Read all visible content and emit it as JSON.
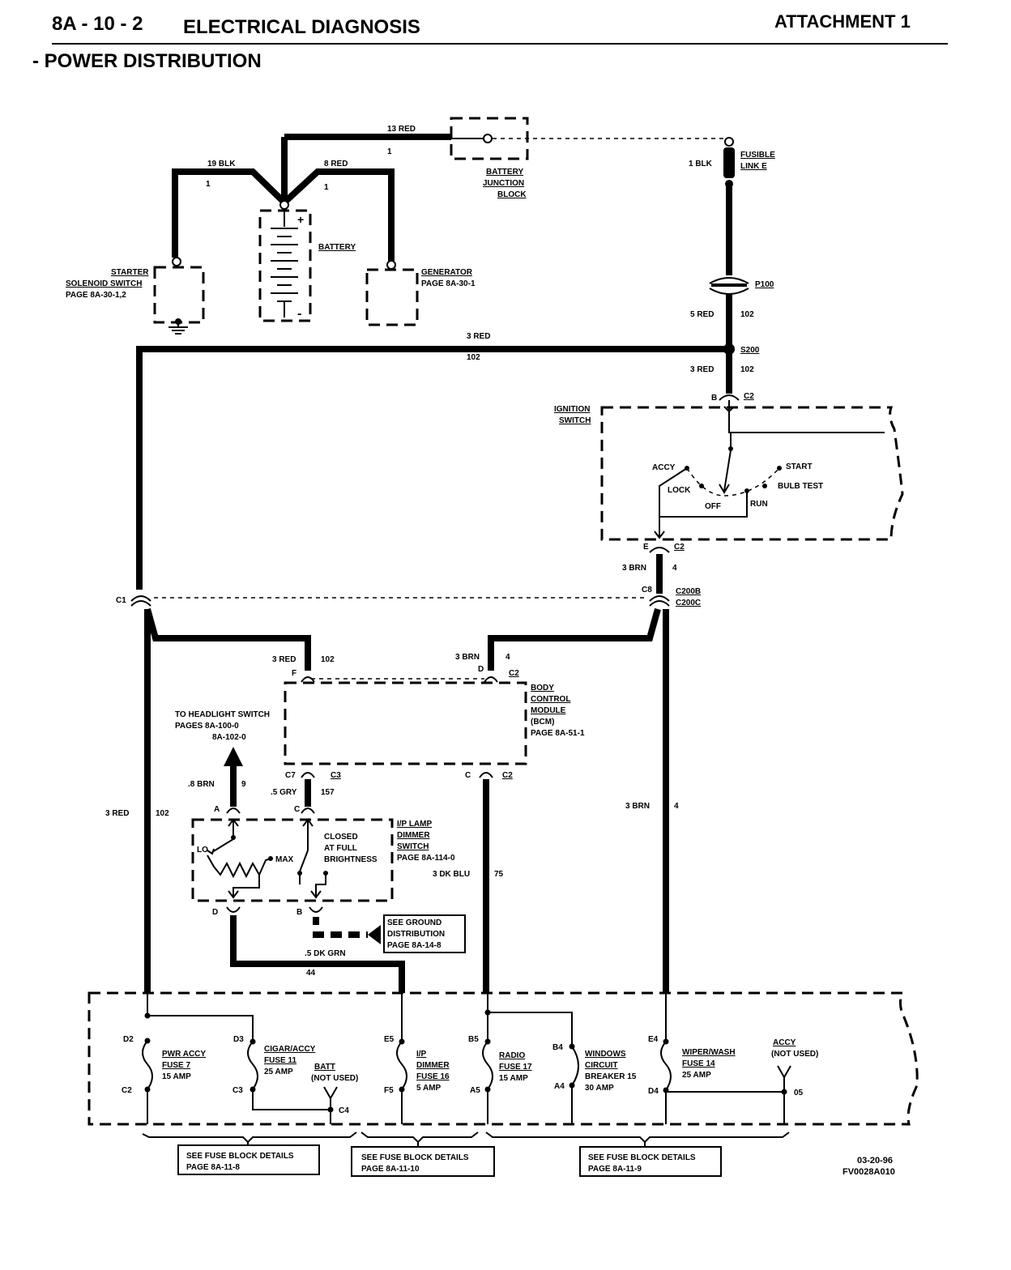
{
  "header": {
    "page": "8A - 10 - 2",
    "section": "ELECTRICAL DIAGNOSIS",
    "attachment": "ATTACHMENT 1",
    "subtitle": "- POWER DISTRIBUTION"
  },
  "wires": {
    "w13": "13 RED",
    "w19": "19 BLK",
    "w8": "8 RED",
    "one_a": "1",
    "one_b": "1",
    "one_c": "1",
    "w1blk": "1  BLK",
    "w5red": "5  RED",
    "c102a": "102",
    "w3red_top": "3  RED",
    "c102_top": "102",
    "w3red_b": "3  RED",
    "c102b": "102",
    "w3brn_a": "3  BRN",
    "c4a": "4",
    "w3red_bcm": "3  RED",
    "c102_bcm": "102",
    "w3brn_bcm": "3  BRN",
    "c4_bcm": "4",
    "w8brn": ".8  BRN",
    "c9": "9",
    "w5gry": ".5  GRY",
    "c157": "157",
    "w3red_left": "3  RED",
    "c102_left": "102",
    "w3dkblu": "3  DK BLU",
    "c75": "75",
    "w3brn_right": "3  BRN",
    "c4_right": "4",
    "w5dkgrn": ".5  DK GRN",
    "c44": "44"
  },
  "components": {
    "bjb": [
      "BATTERY",
      "JUNCTION",
      "BLOCK"
    ],
    "fusible": [
      "FUSIBLE",
      "LINK E"
    ],
    "battery": "BATTERY",
    "starter": [
      "STARTER",
      "SOLENOID SWITCH",
      "PAGE 8A-30-1,2"
    ],
    "generator": [
      "GENERATOR",
      "PAGE 8A-30-1"
    ],
    "p100": "P100",
    "s200": "S200",
    "ignition": [
      "IGNITION",
      "SWITCH"
    ],
    "bcm": [
      "BODY",
      "CONTROL",
      "MODULE",
      "(BCM)",
      "PAGE 8A-51-1"
    ],
    "headlight": [
      "TO HEADLIGHT SWITCH",
      "PAGES 8A-100-0",
      "8A-102-0"
    ],
    "dimmer": [
      "I/P LAMP",
      "DIMMER",
      "SWITCH",
      "PAGE 8A-114-0"
    ],
    "closed_note": [
      "CLOSED",
      "AT FULL",
      "BRIGHTNESS"
    ],
    "ground": [
      "SEE GROUND",
      "DISTRIBUTION",
      "PAGE 8A-14-8"
    ],
    "lo": "LO",
    "max": "MAX"
  },
  "ignition_positions": {
    "accy": "ACCY",
    "lock": "LOCK",
    "off": "OFF",
    "run": "RUN",
    "start": "START",
    "bulb": "BULB TEST"
  },
  "connectors": {
    "b": "B",
    "c2_top": "C2",
    "e": "E",
    "c2_ign": "C2",
    "c1": "C1",
    "c8": "C8",
    "c200b": "C200B",
    "c200c": "C200C",
    "f": "F",
    "d_bcm": "D",
    "c2_bcm": "C2",
    "c7": "C7",
    "c3_bcm": "C3",
    "c_bcm": "C",
    "c2_bot": "C2",
    "a": "A",
    "c_dim": "C",
    "d_dim": "D",
    "b_dim": "B"
  },
  "fuses": {
    "f7": [
      "PWR ACCY",
      "FUSE 7",
      "15 AMP"
    ],
    "f11": [
      "CIGAR/ACCY",
      "FUSE 11",
      "25 AMP"
    ],
    "batt": [
      "BATT",
      "(NOT USED)"
    ],
    "f16": [
      "I/P",
      "DIMMER",
      "FUSE 16",
      "5 AMP"
    ],
    "f17": [
      "RADIO",
      "FUSE 17",
      "15 AMP"
    ],
    "cb15": [
      "WINDOWS",
      "CIRCUIT",
      "BREAKER 15",
      "30 AMP"
    ],
    "f14": [
      "WIPER/WASH",
      "FUSE 14",
      "25 AMP"
    ],
    "accy_nu": [
      "ACCY",
      "(NOT USED)"
    ],
    "pins": {
      "d2": "D2",
      "c2": "C2",
      "d3": "D3",
      "c3": "C3",
      "c4": "C4",
      "e5": "E5",
      "f5": "F5",
      "b5": "B5",
      "a5": "A5",
      "b4": "B4",
      "a4": "A4",
      "e4": "E4",
      "d4": "D4",
      "p05": "05"
    }
  },
  "details": {
    "d1": [
      "SEE FUSE BLOCK DETAILS",
      "PAGE 8A-11-8"
    ],
    "d2": [
      "SEE FUSE BLOCK DETAILS",
      "PAGE 8A-11-10"
    ],
    "d3": [
      "SEE FUSE BLOCK DETAILS",
      "PAGE 8A-11-9"
    ]
  },
  "footer": {
    "date": "03-20-96",
    "code": "FV0028A010"
  }
}
